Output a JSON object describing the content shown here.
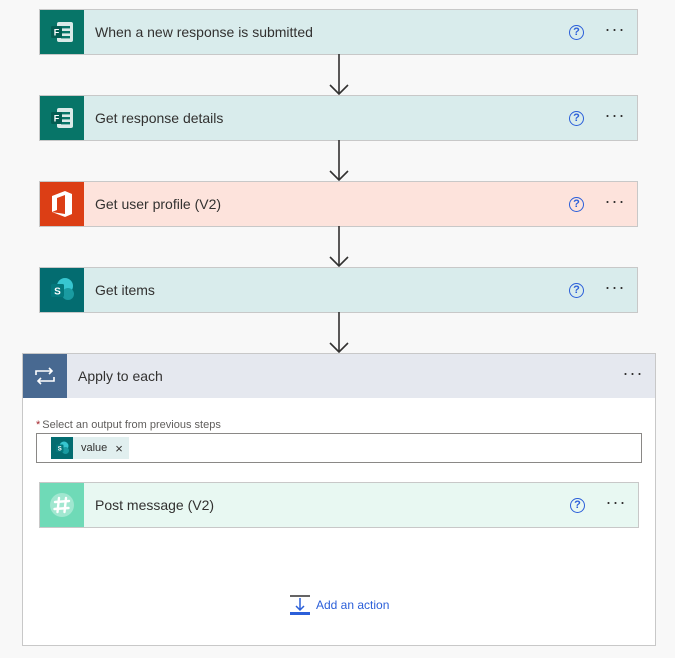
{
  "steps": [
    {
      "title": "When a new response is submitted",
      "help": "?",
      "more": "···"
    },
    {
      "title": "Get response details",
      "help": "?",
      "more": "···"
    },
    {
      "title": "Get user profile (V2)",
      "help": "?",
      "more": "···"
    },
    {
      "title": "Get items",
      "help": "?",
      "more": "···"
    }
  ],
  "apply": {
    "title": "Apply to each",
    "more": "···",
    "required_mark": "*",
    "field_label": "Select an output from previous steps",
    "token_label": "value",
    "token_remove": "×",
    "inner_step": {
      "title": "Post message (V2)",
      "help": "?",
      "more": "···"
    },
    "add_action": "Add an action"
  },
  "colors": {
    "forms": "#077568",
    "office365": "#dc3e15",
    "sharepoint": "#036c70",
    "apply_to_each": "#486991",
    "slack": "#6fdab7",
    "link": "#2b5fd9"
  }
}
